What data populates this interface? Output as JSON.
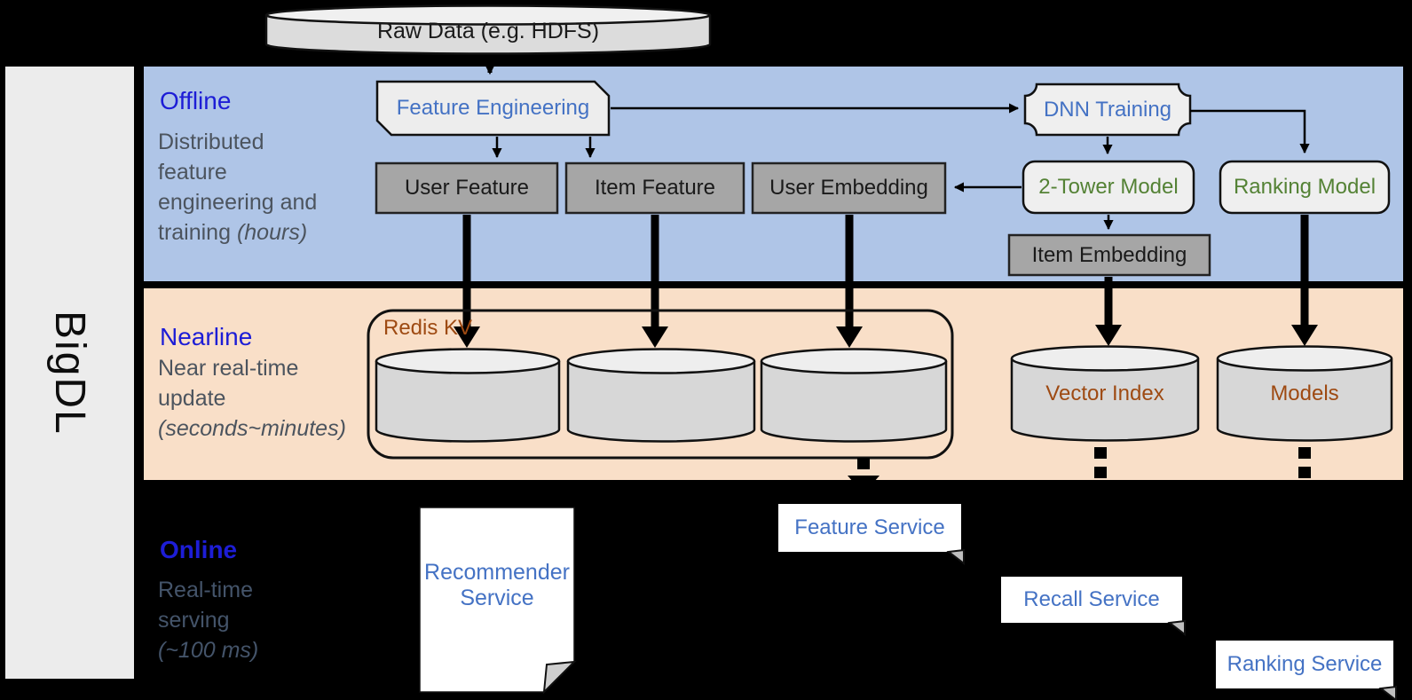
{
  "brand": {
    "label": "BigDL"
  },
  "source": {
    "label": "Raw Data (e.g. HDFS)"
  },
  "bands": {
    "offline": {
      "title": "Offline",
      "desc": "Distributed feature engineering and training",
      "note": "(hours)"
    },
    "nearline": {
      "title": "Nearline",
      "desc": "Near real-time update",
      "note": "(seconds~minutes)"
    },
    "online": {
      "title": "Online",
      "desc": "Real-time serving",
      "note": "(~100 ms)"
    }
  },
  "nodes": {
    "feature_engineering": "Feature Engineering",
    "dnn_training": "DNN Training",
    "user_feature": "User Feature",
    "item_feature": "Item Feature",
    "user_embedding": "User Embedding",
    "two_tower_model": "2-Tower Model",
    "ranking_model": "Ranking Model",
    "item_embedding": "Item Embedding",
    "redis_kv": "Redis KV",
    "vector_index": "Vector Index",
    "models": "Models",
    "recommender_service": "Recommender Service",
    "feature_service": "Feature Service",
    "recall_service": "Recall Service",
    "ranking_service": "Ranking Service"
  },
  "colors": {
    "background": "#000000",
    "band_offline": "#AFC5E7",
    "band_nearline": "#F9DFC8",
    "sidebar": "#ECECEC",
    "box_gray": "#A6A6A6",
    "shape_light": "#EDEDED",
    "cylinder_body": "#D7D7D7",
    "cylinder_top": "#EEEEEE",
    "service_box": "#FFFFFF",
    "label_blue": "#4472C4",
    "label_green": "#548235",
    "label_brown": "#9E4A12",
    "band_title_blue": "#1D1DD6",
    "desc_gray": "#4C545E",
    "desc_online": "#44546A"
  }
}
